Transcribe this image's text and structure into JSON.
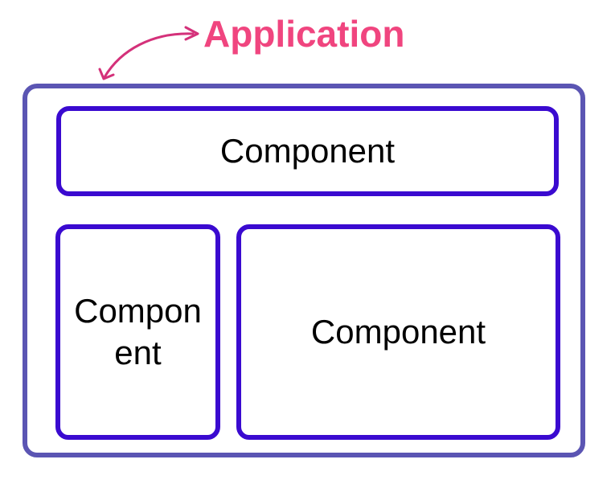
{
  "diagram": {
    "application_label": "Application",
    "components": [
      {
        "label": "Component"
      },
      {
        "label": "Compo­nent",
        "display": "Component"
      },
      {
        "label": "Component"
      }
    ],
    "colors": {
      "label": "#f0457f",
      "arrow": "#d4317a",
      "application_border": "#5b55b3",
      "component_border": "#3a0ad0"
    },
    "arrow_icon": "curved-arrow"
  }
}
